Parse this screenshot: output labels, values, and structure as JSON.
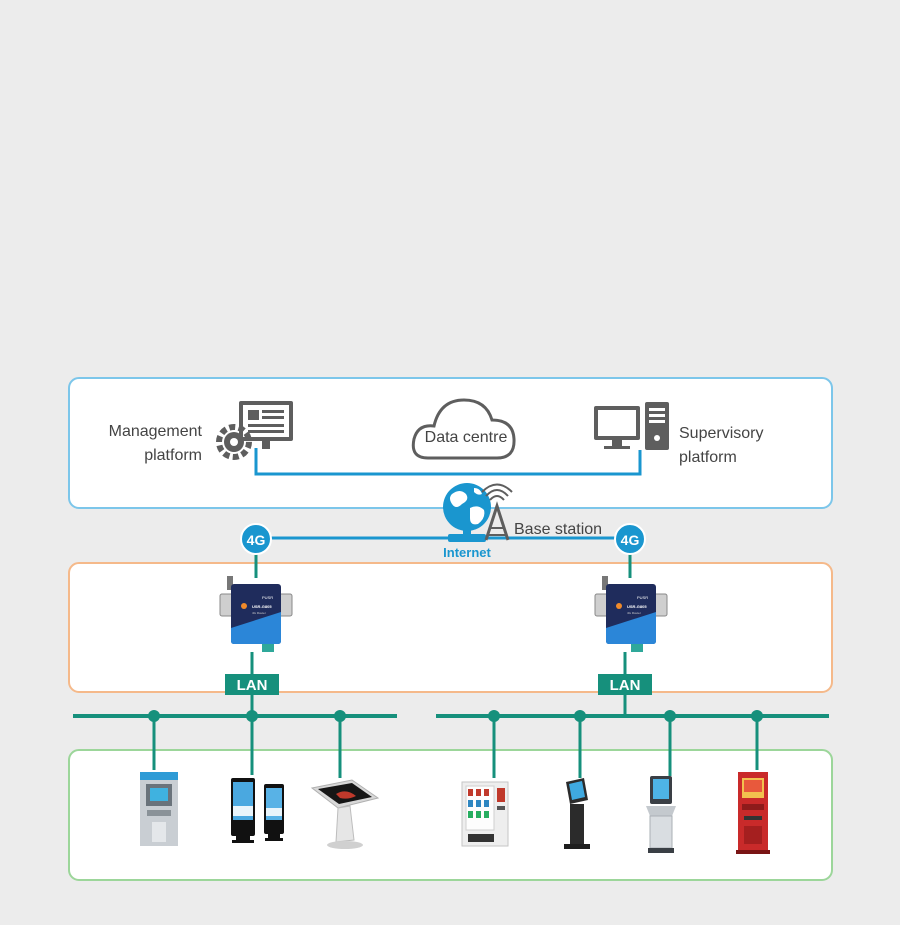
{
  "labels": {
    "management_line1": "Management",
    "management_line2": "platform",
    "data_centre": "Data centre",
    "supervisory_line1": "Supervisory",
    "supervisory_line2": "platform",
    "base_station": "Base station",
    "internet": "Internet",
    "badge_4g": "4G",
    "lan": "LAN"
  },
  "router": {
    "brand": "PUSR",
    "model": "USR-G805",
    "subtitle": "4G Router"
  },
  "colors": {
    "cloud_box": "#7cc6ea",
    "router_box": "#f5b98a",
    "device_box": "#9cd69a",
    "network_blue": "#1a96cf",
    "lan_green": "#16907c",
    "icon_gray": "#5e5e5e"
  },
  "icons": {
    "management": "monitor-with-gear-icon",
    "data_centre": "cloud-icon",
    "supervisory": "desktop-computer-icon",
    "internet": "globe-icon",
    "base_station": "antenna-tower-icon",
    "router": "router-icon"
  },
  "devices": [
    {
      "icon": "atm-icon"
    },
    {
      "icon": "digital-signage-icon"
    },
    {
      "icon": "touch-table-kiosk-icon"
    },
    {
      "icon": "vending-machine-icon"
    },
    {
      "icon": "queue-ticket-kiosk-icon"
    },
    {
      "icon": "self-service-terminal-icon"
    },
    {
      "icon": "payment-kiosk-icon"
    }
  ]
}
